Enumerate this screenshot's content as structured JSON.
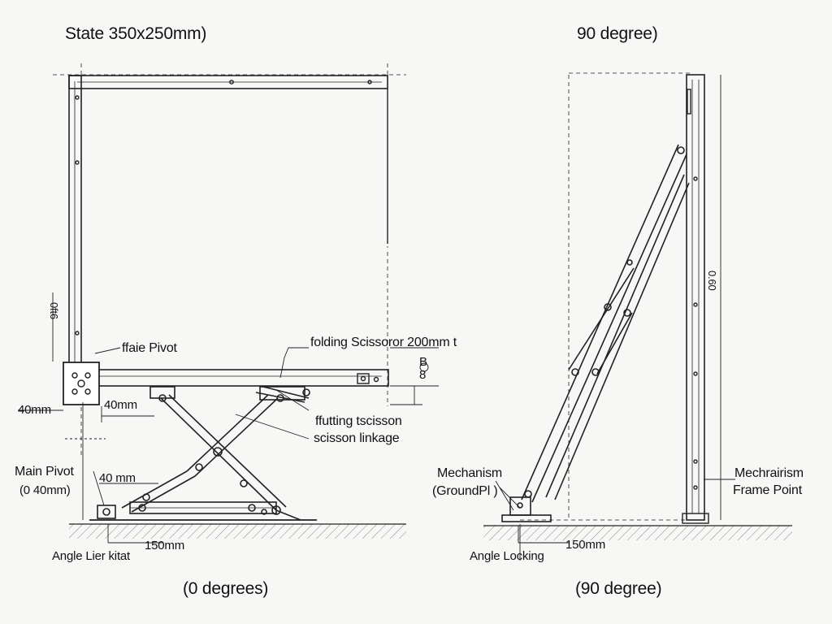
{
  "titles": {
    "left_top": "State 350x250mm)",
    "right_top": "90 degree)",
    "left_bottom": "(0 degrees)",
    "right_bottom": "(90 degree)"
  },
  "left_view": {
    "frame_pivot": "ffaie Pivot",
    "folding_scissor": "folding Scissoror 200mm t",
    "lifting_scissor": "ffutting tscisson",
    "scissor_linkage": "scisson linkage",
    "dim_40mm_left": "40mm",
    "dim_40mm_inner": "40mm",
    "main_pivot": "Main Pivot",
    "main_pivot_dim": "(0 40mm)",
    "dim_40_mm": "40 mm",
    "dim_150mm": "150mm",
    "angle_label": "Angle Lier kitat",
    "vert_dim_left": "0ft6",
    "small_dim_a": "B",
    "small_dim_b": "8"
  },
  "right_view": {
    "mechanism_ground": "Mechanism",
    "ground_pin": "(GroundPl )",
    "mechanism_frame": "Mechrairism",
    "frame_point": "Frame Point",
    "dim_150mm": "150mm",
    "angle_locking": "Angle Locking",
    "vert_dim_right": "0.60"
  }
}
